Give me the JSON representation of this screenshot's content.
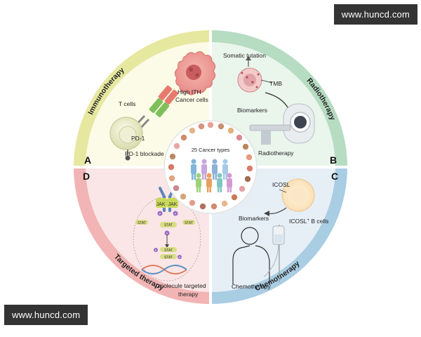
{
  "watermark": {
    "top": "www.huncd.com",
    "bottom": "www.huncd.com"
  },
  "colors": {
    "immuno_band": "#e7e8a0",
    "immuno_fill": "#fbfbe7",
    "radio_band": "#b6dcc2",
    "radio_fill": "#eaf5ec",
    "chemo_band": "#a9cde3",
    "chemo_fill": "#e6eff6",
    "targeted_band": "#f2b4b4",
    "targeted_fill": "#fae6e6",
    "divider": "#ffffff"
  },
  "sections": {
    "immunotherapy": "Immunotherapy",
    "radiotherapy": "Radiotherapy",
    "chemotherapy": "Chemotherapy",
    "targeted": "Targeted therapy"
  },
  "letters": {
    "a": "A",
    "b": "B",
    "c": "C",
    "d": "D"
  },
  "center": {
    "label": "25 Cancer types"
  },
  "immuno": {
    "high_ith": "High ITH",
    "cancer_cells": "Cancer cells",
    "t_cells": "T cells",
    "pd1": "PD-1",
    "pd1_blockade": "PD-1 blockade"
  },
  "radio": {
    "somatic": "Somatic tutation",
    "tmb": "TMB",
    "biomarkers": "Biomarkers",
    "radiotherapy": "Radiotherapy"
  },
  "chemo": {
    "icosl": "ICOSL",
    "biomarkers": "Biomarkers",
    "icosl_b_cells": "ICOSL",
    "icosl_sup": "+",
    "b_cells": " B cells",
    "chemotherapy": "Chemotherapy"
  },
  "targeted": {
    "jak1": "JAK",
    "jak2": "JAK",
    "stat_left": "STAT",
    "stat_right": "STAT",
    "stat_mid": "STAT",
    "stat_low1": "STAT",
    "stat_low2": "STAT",
    "p1": "P",
    "p2": "P",
    "p3": "P",
    "p4": "P",
    "p5": "P",
    "molecule_line1": "molecule targeted",
    "molecule_line2": "therapy"
  }
}
